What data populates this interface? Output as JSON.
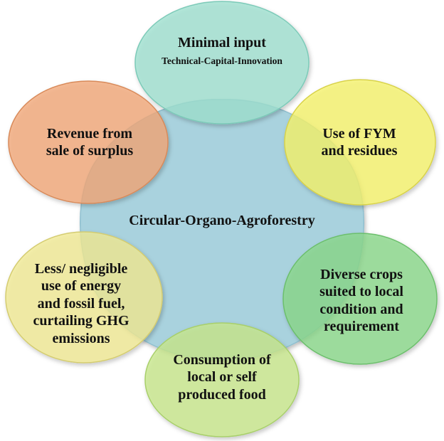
{
  "center": {
    "label": "Circular-Organo-Agroforestry",
    "color": "#a9d2de"
  },
  "nodes": {
    "top": {
      "title": "Minimal input",
      "subtitle": "Technical-Capital-Innovation",
      "color": "#9fe0d0"
    },
    "top_right": {
      "lines": [
        "Use of FYM",
        "and residues"
      ],
      "color": "#f6f36b"
    },
    "bottom_right": {
      "lines": [
        "Diverse crops",
        "suited to local",
        "condition and",
        "requirement"
      ],
      "color": "#8ad98a"
    },
    "bottom": {
      "lines": [
        "Consumption of",
        "local or self",
        "produced food"
      ],
      "color": "#c8e88c"
    },
    "bottom_left": {
      "lines": [
        "Less/ negligible",
        "use of energy",
        "and fossil fuel,",
        "curtailing GHG",
        "emissions"
      ],
      "color": "#f1ea95"
    },
    "top_left": {
      "lines": [
        "Revenue from",
        "sale of surplus"
      ],
      "color": "#f2a878"
    }
  }
}
